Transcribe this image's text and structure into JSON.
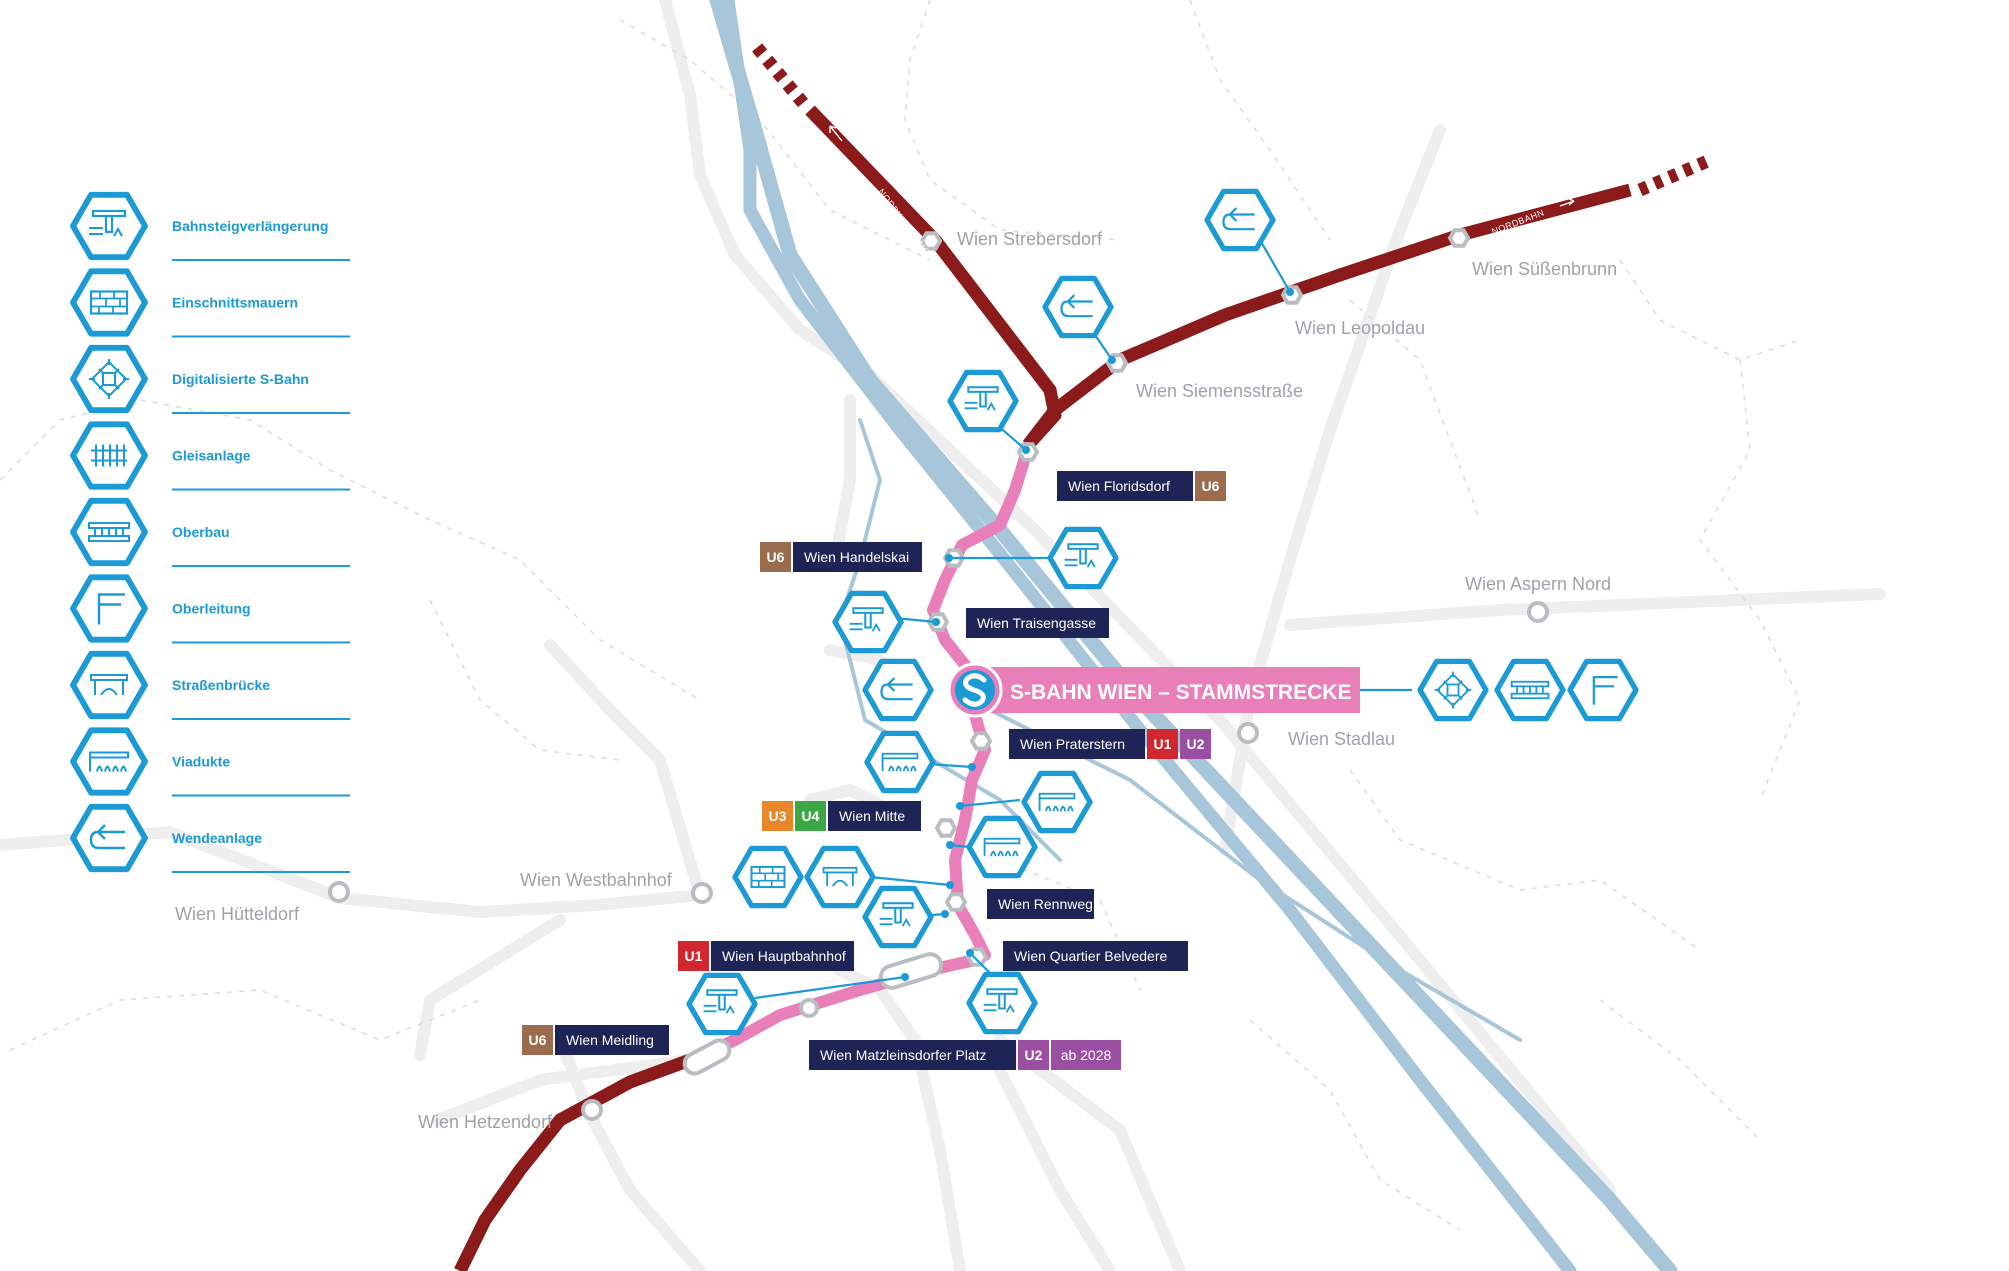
{
  "colors": {
    "pink": "#e87fb8",
    "maroon": "#8b1a1a",
    "navy": "#1f2457",
    "blue": "#1b9ad6",
    "lightblue": "#a8c6da",
    "gray": "#9ea3a8",
    "lines": {
      "U1": "#d0282e",
      "U2": "#9b4fa3",
      "U3": "#e8862a",
      "U4": "#3da746",
      "U6": "#9b6b4e"
    }
  },
  "legend": [
    {
      "icon": "platform",
      "label": "Bahnsteigverlängerung"
    },
    {
      "icon": "wall",
      "label": "Einschnittsmauern"
    },
    {
      "icon": "digital",
      "label": "Digitalisierte S-Bahn"
    },
    {
      "icon": "track",
      "label": "Gleisanlage"
    },
    {
      "icon": "superstructure",
      "label": "Oberbau"
    },
    {
      "icon": "catenary",
      "label": "Oberleitung"
    },
    {
      "icon": "roadbridge",
      "label": "Straßenbrücke"
    },
    {
      "icon": "viaduct",
      "label": "Viadukte"
    },
    {
      "icon": "turnaround",
      "label": "Wendeanlage"
    }
  ],
  "routes": {
    "nordwestbahn": "NORDWESTBAHN",
    "nordbahn": "NORDBAHN"
  },
  "stammstrecke_title": "S-BAHN WIEN – STAMMSTRECKE",
  "gray_stations": {
    "strebersdorf": "Wien Strebersdorf",
    "suessenbrunn": "Wien Süßenbrunn",
    "leopoldau": "Wien Leopoldau",
    "siemensstrasse": "Wien Siemensstraße",
    "aspern": "Wien Aspern Nord",
    "stadlau": "Wien Stadlau",
    "westbahnhof": "Wien Westbahnhof",
    "huetteldorf": "Wien Hütteldorf",
    "hetzendorf": "Wien Hetzendorf"
  },
  "stations": {
    "floridsdorf": {
      "name": "Wien Floridsdorf",
      "lines": [
        "U6"
      ]
    },
    "handelskai": {
      "name": "Wien Handelskai",
      "lines": [
        "U6"
      ]
    },
    "traisengasse": {
      "name": "Wien Traisengasse",
      "lines": []
    },
    "praterstern": {
      "name": "Wien Praterstern",
      "lines": [
        "U1",
        "U2"
      ]
    },
    "mitte": {
      "name": "Wien Mitte",
      "lines": [
        "U3",
        "U4"
      ]
    },
    "rennweg": {
      "name": "Wien Rennweg",
      "lines": []
    },
    "belvedere": {
      "name": "Wien Quartier Belvedere",
      "lines": []
    },
    "hauptbahnhof": {
      "name": "Wien Hauptbahnhof",
      "lines": [
        "U1"
      ]
    },
    "meidling": {
      "name": "Wien Meidling",
      "lines": [
        "U6"
      ]
    },
    "matzleinsdorf": {
      "name": "Wien Matzleinsdorfer Platz",
      "lines": [
        "U2"
      ],
      "note": "ab 2028"
    }
  },
  "map_icons": [
    {
      "id": "leopoldau-turnaround",
      "icon": "turnaround"
    },
    {
      "id": "siemens-turnaround",
      "icon": "turnaround"
    },
    {
      "id": "floridsdorf-platform",
      "icon": "platform"
    },
    {
      "id": "handelskai-platform",
      "icon": "platform"
    },
    {
      "id": "traisengasse-platform",
      "icon": "platform"
    },
    {
      "id": "stamm-turnaround",
      "icon": "turnaround"
    },
    {
      "id": "stamm-digital",
      "icon": "digital"
    },
    {
      "id": "stamm-superstructure",
      "icon": "superstructure"
    },
    {
      "id": "stamm-catenary",
      "icon": "catenary"
    },
    {
      "id": "praterstern-viaduct",
      "icon": "viaduct"
    },
    {
      "id": "mitte-viaduct-1",
      "icon": "viaduct"
    },
    {
      "id": "mitte-viaduct-2",
      "icon": "viaduct"
    },
    {
      "id": "rennweg-wall",
      "icon": "wall"
    },
    {
      "id": "rennweg-roadbridge",
      "icon": "roadbridge"
    },
    {
      "id": "rennweg-platform",
      "icon": "platform"
    },
    {
      "id": "hauptbahnhof-platform",
      "icon": "platform"
    },
    {
      "id": "belvedere-platform",
      "icon": "platform"
    }
  ]
}
